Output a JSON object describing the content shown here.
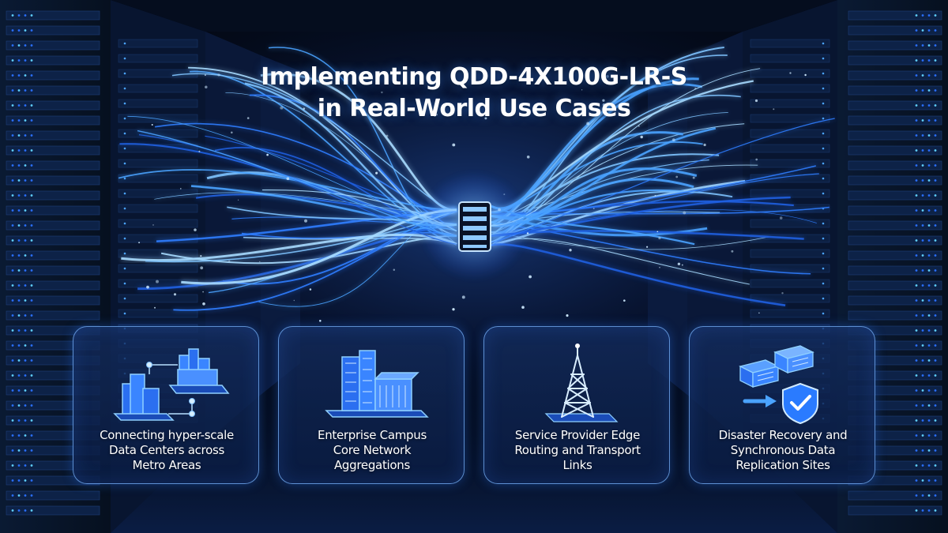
{
  "title": {
    "line1": "Implementing QDD-4X100G-LR-S",
    "line2": "in Real-World Use Cases"
  },
  "cards": [
    {
      "icon": "city-datacenter-icon",
      "lines": [
        "Connecting hyper-scale",
        "Data Centers across",
        "Metro Areas"
      ]
    },
    {
      "icon": "campus-buildings-icon",
      "lines": [
        "Enterprise Campus",
        "Core Network",
        "Aggregations"
      ]
    },
    {
      "icon": "transmission-tower-icon",
      "lines": [
        "Service Provider Edge",
        "Routing and Transport",
        "Links"
      ]
    },
    {
      "icon": "disaster-recovery-shield-icon",
      "lines": [
        "Disaster Recovery and",
        "Synchronous Data",
        "Replication Sites"
      ]
    }
  ],
  "colors": {
    "background": "#040a18",
    "accent": "#3d8bff",
    "glow": "#7fc0ff",
    "card_border": "#78b4ff"
  }
}
